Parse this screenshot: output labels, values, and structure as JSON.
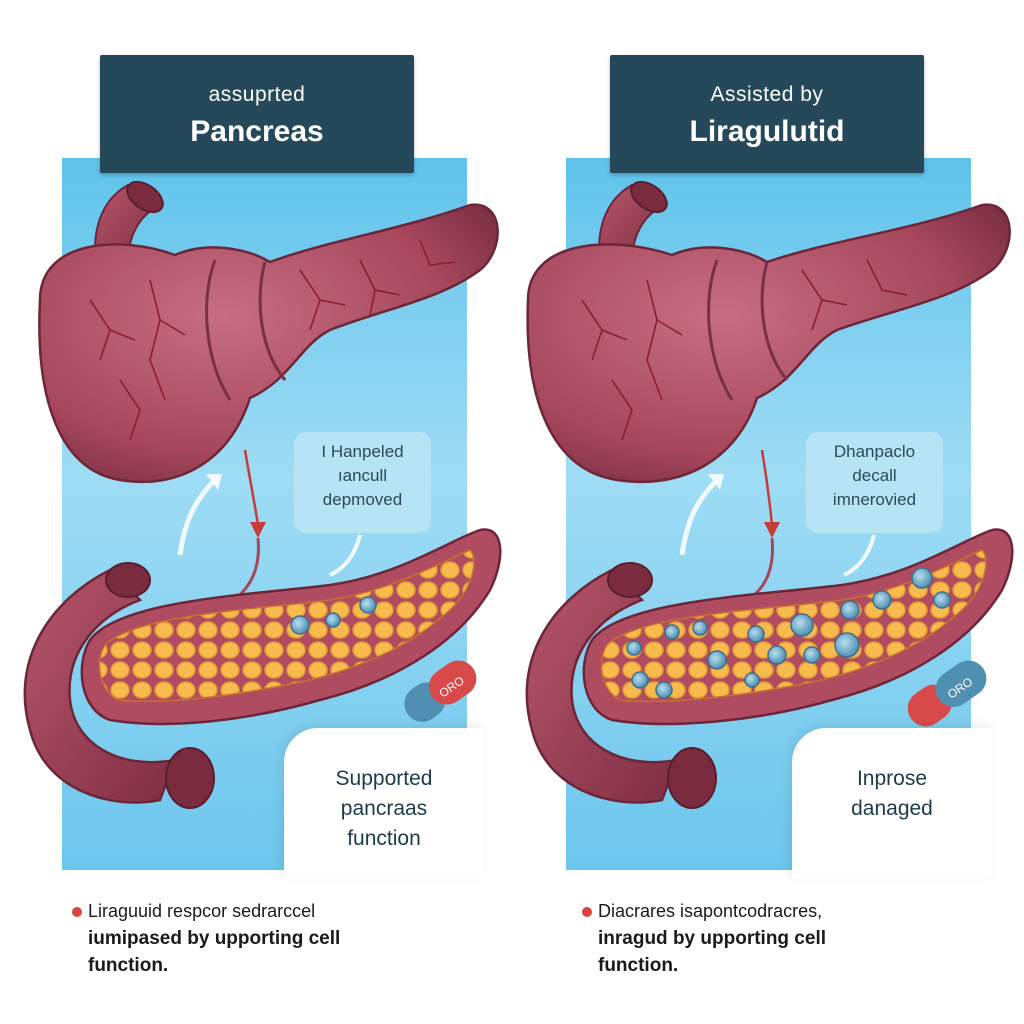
{
  "panels": [
    {
      "title_sub": "assuprted",
      "title_main": "Pancreas",
      "callout": [
        "I Hanpeled",
        "ıancull",
        "depmoved"
      ],
      "note": [
        "Supported",
        "pancraas",
        "function"
      ],
      "caption": [
        "Liraguuid respcor sedrarccel",
        "iumipased by upporting cell",
        "function."
      ],
      "pill_label": "ORO"
    },
    {
      "title_sub": "Assisted by",
      "title_main": "Liragulutid",
      "callout": [
        "Dhanpaclo",
        "decall",
        "imnerovied"
      ],
      "note": [
        "Inprose",
        "danaged"
      ],
      "caption": [
        "Diacrares isapontcodracres,",
        "inragud by upporting cell",
        "function."
      ],
      "pill_label": "ORO"
    }
  ],
  "colors": {
    "title_bg": "#25495a",
    "organ": "#a8465c",
    "tissue": "#f2b044",
    "islet": "#6aa9c9",
    "bullet": "#d9443c",
    "panel_blue": "#5fc3ea"
  }
}
